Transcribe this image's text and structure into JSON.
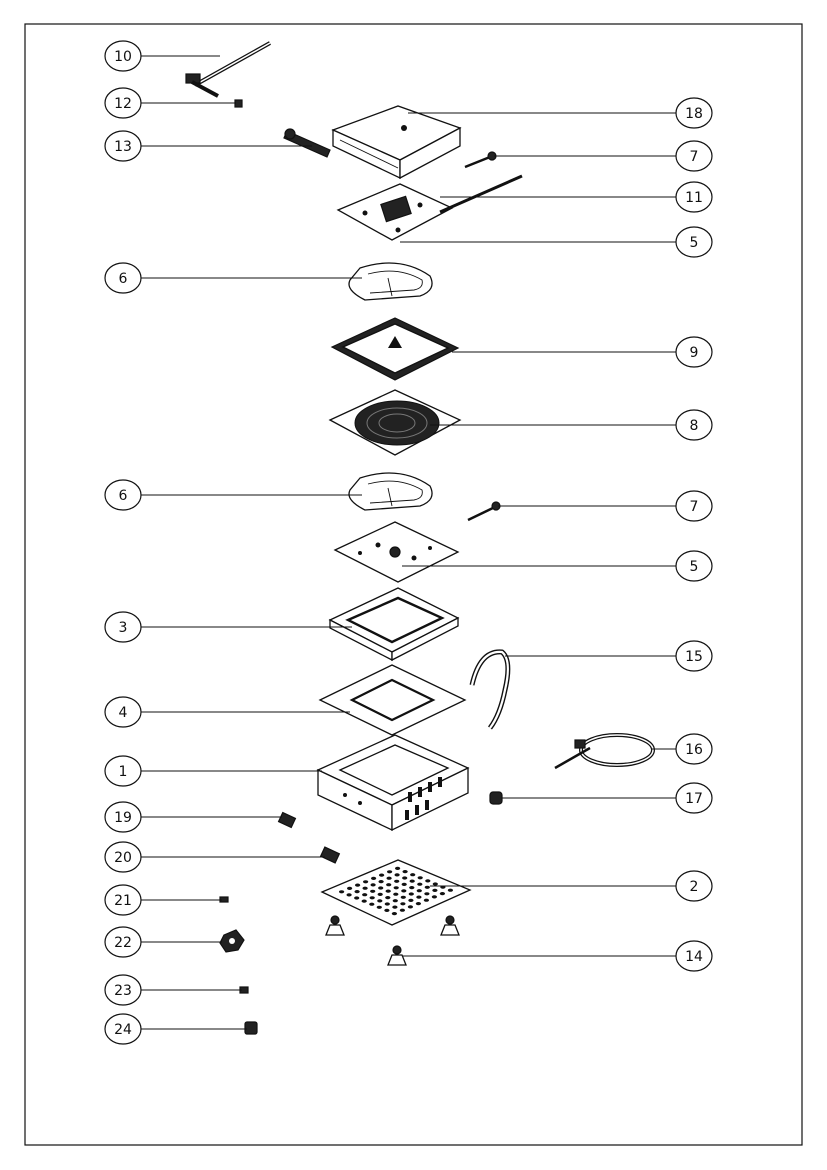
{
  "diagram": {
    "callouts": [
      {
        "id": "c10",
        "label": "10"
      },
      {
        "id": "c12",
        "label": "12"
      },
      {
        "id": "c13",
        "label": "13"
      },
      {
        "id": "c18",
        "label": "18"
      },
      {
        "id": "c7a",
        "label": "7"
      },
      {
        "id": "c11",
        "label": "11"
      },
      {
        "id": "c5a",
        "label": "5"
      },
      {
        "id": "c6a",
        "label": "6"
      },
      {
        "id": "c9",
        "label": "9"
      },
      {
        "id": "c8",
        "label": "8"
      },
      {
        "id": "c6b",
        "label": "6"
      },
      {
        "id": "c7b",
        "label": "7"
      },
      {
        "id": "c5b",
        "label": "5"
      },
      {
        "id": "c3",
        "label": "3"
      },
      {
        "id": "c15",
        "label": "15"
      },
      {
        "id": "c4",
        "label": "4"
      },
      {
        "id": "c16",
        "label": "16"
      },
      {
        "id": "c1",
        "label": "1"
      },
      {
        "id": "c17",
        "label": "17"
      },
      {
        "id": "c19",
        "label": "19"
      },
      {
        "id": "c20",
        "label": "20"
      },
      {
        "id": "c2",
        "label": "2"
      },
      {
        "id": "c21",
        "label": "21"
      },
      {
        "id": "c22",
        "label": "22"
      },
      {
        "id": "c14",
        "label": "14"
      },
      {
        "id": "c23",
        "label": "23"
      },
      {
        "id": "c24",
        "label": "24"
      }
    ]
  }
}
